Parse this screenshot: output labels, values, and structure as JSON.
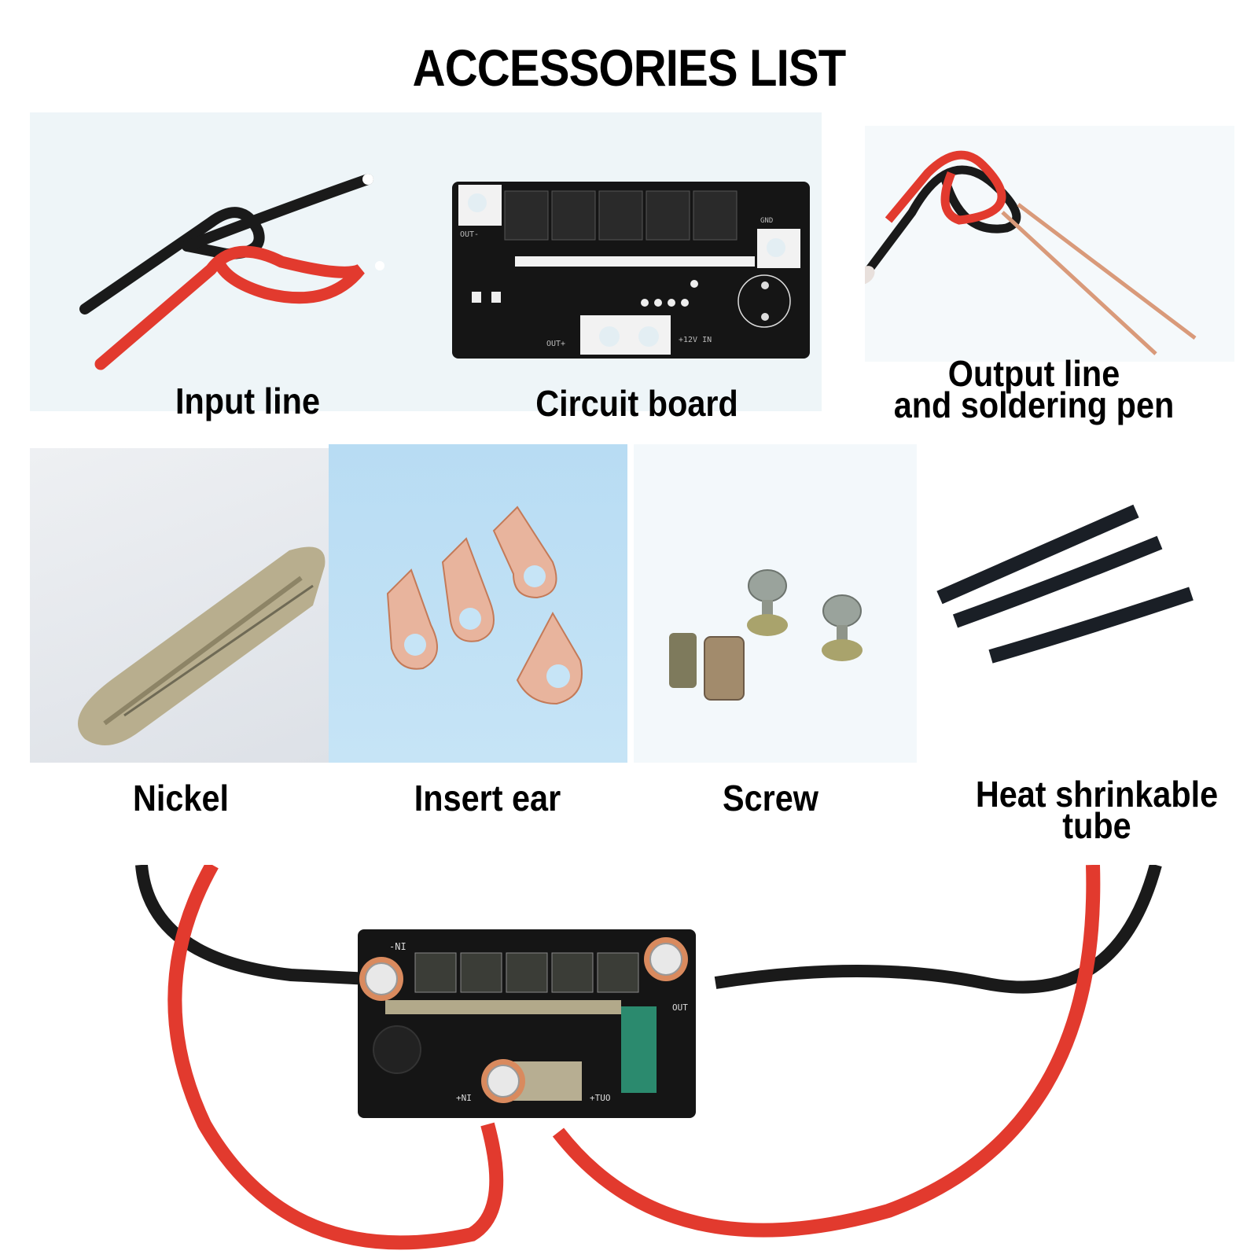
{
  "title": "ACCESSORIES LIST",
  "items": [
    {
      "label": "Input line"
    },
    {
      "label": "Circuit board"
    },
    {
      "label_line1": "Output line",
      "label_line2": "and soldering pen"
    },
    {
      "label": "Nickel"
    },
    {
      "label": "Insert ear"
    },
    {
      "label": "Screw"
    },
    {
      "label_line1": "Heat shrinkable",
      "label_line2": "tube"
    }
  ],
  "board_silkscreen": {
    "out_minus": "OUT-",
    "out_plus": "OUT+",
    "gnd": "GND",
    "input": "+12V IN"
  },
  "assembled_silkscreen": {
    "in_minus": "-NI",
    "in_plus": "+NI",
    "out_right": "OUT",
    "out_bottom": "+TUO"
  },
  "colors": {
    "wire_red": "#e23a2e",
    "wire_black": "#1a1a1a",
    "pcb": "#151515",
    "copper": "#d98a5e",
    "insert_bg": "#bfe0f5",
    "nickel": "#b8ae8e"
  }
}
